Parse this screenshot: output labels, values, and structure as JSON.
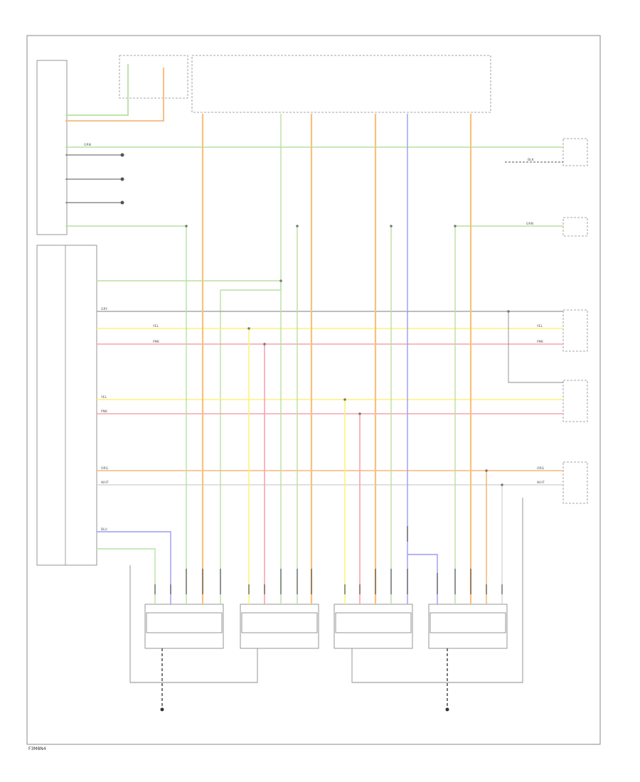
{
  "diagram": {
    "footer_code": "F3M8N4"
  },
  "colors": {
    "green": "#b7e1a1",
    "orange": "#f7b77a",
    "yellow": "#fff07a",
    "pink": "#f6a4ad",
    "gray": "#a8a8a8",
    "blue": "#9b9bf2",
    "lightgray": "#cfcfcf",
    "frame": "#8a8a8a"
  },
  "wire_labels": {
    "grn": "GRN",
    "yel": "YEL",
    "pnk": "PNK",
    "org": "ORG",
    "wht": "WHT",
    "blu": "BLU",
    "gry": "GRY",
    "blk": "BLK"
  }
}
